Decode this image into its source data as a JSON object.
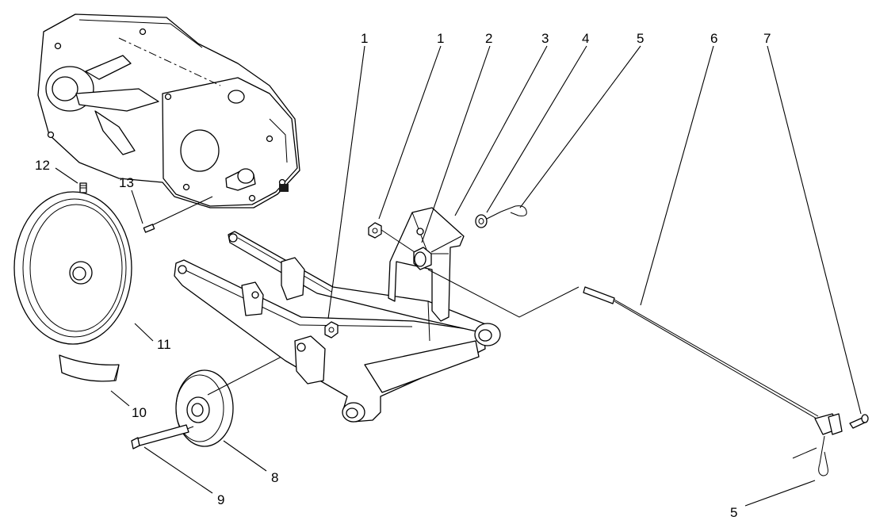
{
  "callouts": [
    {
      "id": "c1a",
      "text": "1"
    },
    {
      "id": "c1b",
      "text": "1"
    },
    {
      "id": "c2",
      "text": "2"
    },
    {
      "id": "c3",
      "text": "3"
    },
    {
      "id": "c4",
      "text": "4"
    },
    {
      "id": "c5a",
      "text": "5"
    },
    {
      "id": "c6",
      "text": "6"
    },
    {
      "id": "c7",
      "text": "7"
    },
    {
      "id": "c5b",
      "text": "5"
    },
    {
      "id": "c8",
      "text": "8"
    },
    {
      "id": "c9",
      "text": "9"
    },
    {
      "id": "c10",
      "text": "10"
    },
    {
      "id": "c11",
      "text": "11"
    },
    {
      "id": "c12",
      "text": "12"
    },
    {
      "id": "c13",
      "text": "13"
    }
  ]
}
